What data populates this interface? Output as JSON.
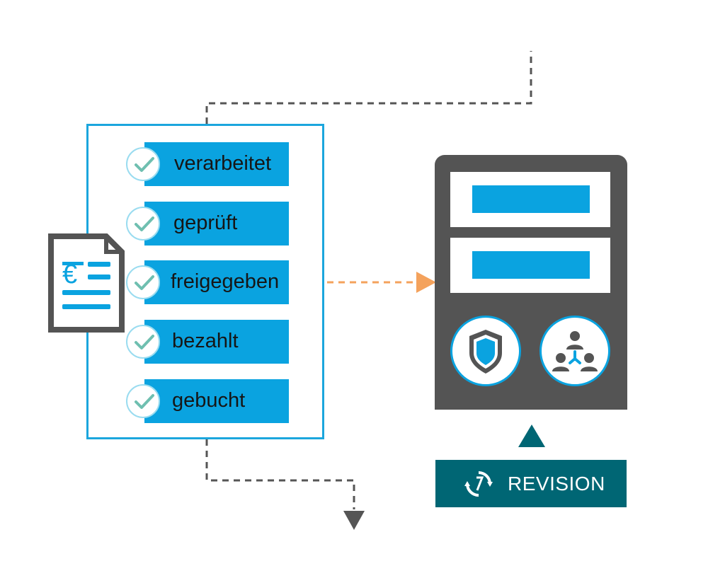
{
  "checklist": {
    "items": [
      {
        "label": "verarbeitet"
      },
      {
        "label": "geprüft"
      },
      {
        "label": "freigegeben"
      },
      {
        "label": "bezahlt"
      },
      {
        "label": "gebucht"
      }
    ]
  },
  "invoice": {
    "currency_symbol": "€"
  },
  "revision": {
    "label": "REVISION"
  },
  "colors": {
    "accent_blue": "#0aa3e0",
    "frame_blue": "#1ba6dd",
    "panel_gray": "#545454",
    "teal": "#006674",
    "arrow_orange": "#f4a25c",
    "check_green": "#6fbfb0"
  }
}
